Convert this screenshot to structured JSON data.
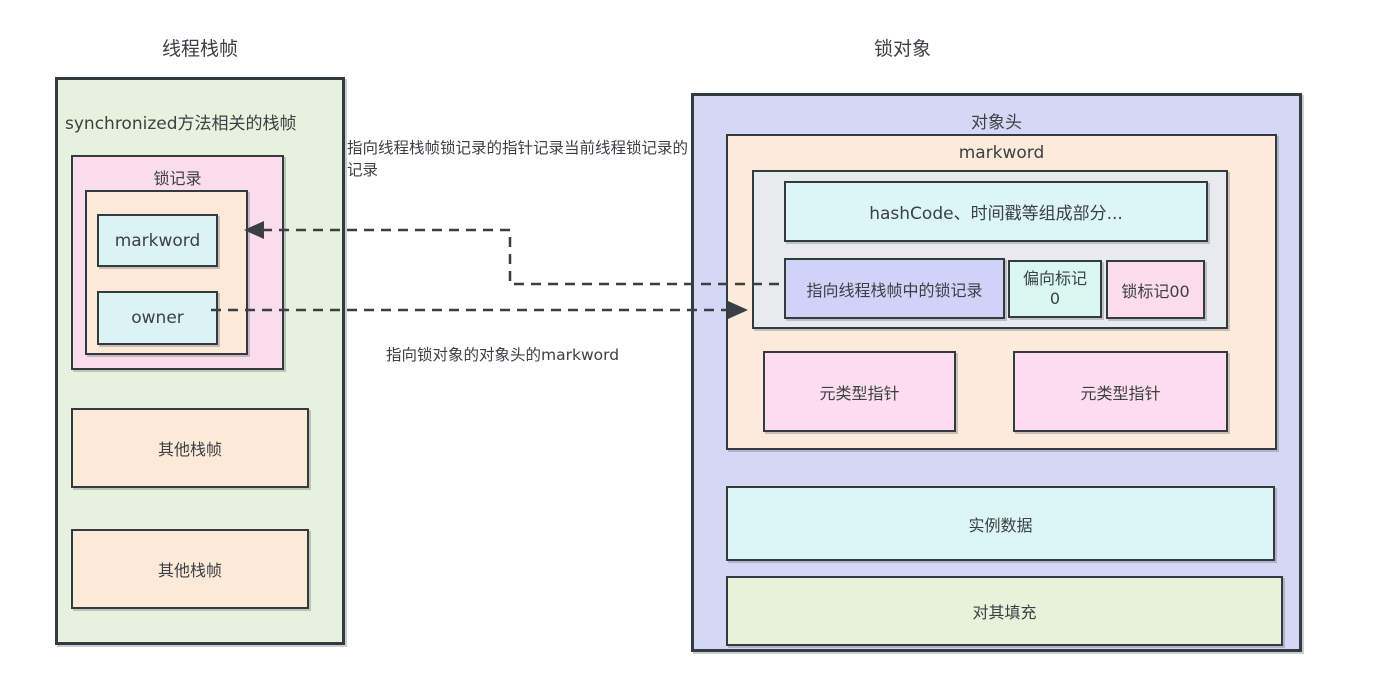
{
  "thread_stack": {
    "title": "线程栈帧",
    "frame_label": "synchronized方法相关的栈帧",
    "lock_record": {
      "title": "锁记录",
      "fields": [
        "markword",
        "owner"
      ]
    },
    "other_frames": [
      "其他栈帧",
      "其他栈帧"
    ]
  },
  "lock_object": {
    "title": "锁对象",
    "object_header": {
      "title": "对象头",
      "markword": {
        "title": "markword",
        "hash_row": "hashCode、时间戳等组成部分...",
        "pointer_cell": "指向线程栈帧中的锁记录",
        "bias_line1": "偏向标记",
        "bias_line2": "0",
        "lock_tag_cell": "锁标记00"
      },
      "meta_pointers": [
        "元类型指针",
        "元类型指针"
      ]
    },
    "instance_data": "实例数据",
    "padding": "对其填充"
  },
  "annotations": {
    "pointer_to_lock_record": "指向线程栈帧锁记录的指针记录当前线程锁记录的记录",
    "pointer_to_markword": "指向锁对象的对象头的markword"
  },
  "palette": {
    "green_frame": "#e6f2dd",
    "pink_record": "#fbdcec",
    "orange_frame": "#fce9d8",
    "cyan_cell": "#dcf3f3",
    "purple_object": "#d5d8f5",
    "orange_header": "#fceada",
    "gray_markword": "#e8ebee",
    "purple_pointer": "#cfd3f7",
    "pink_tag": "#fcdcec",
    "green_padding": "#e6f3db",
    "line_color": "#3a3f44"
  }
}
